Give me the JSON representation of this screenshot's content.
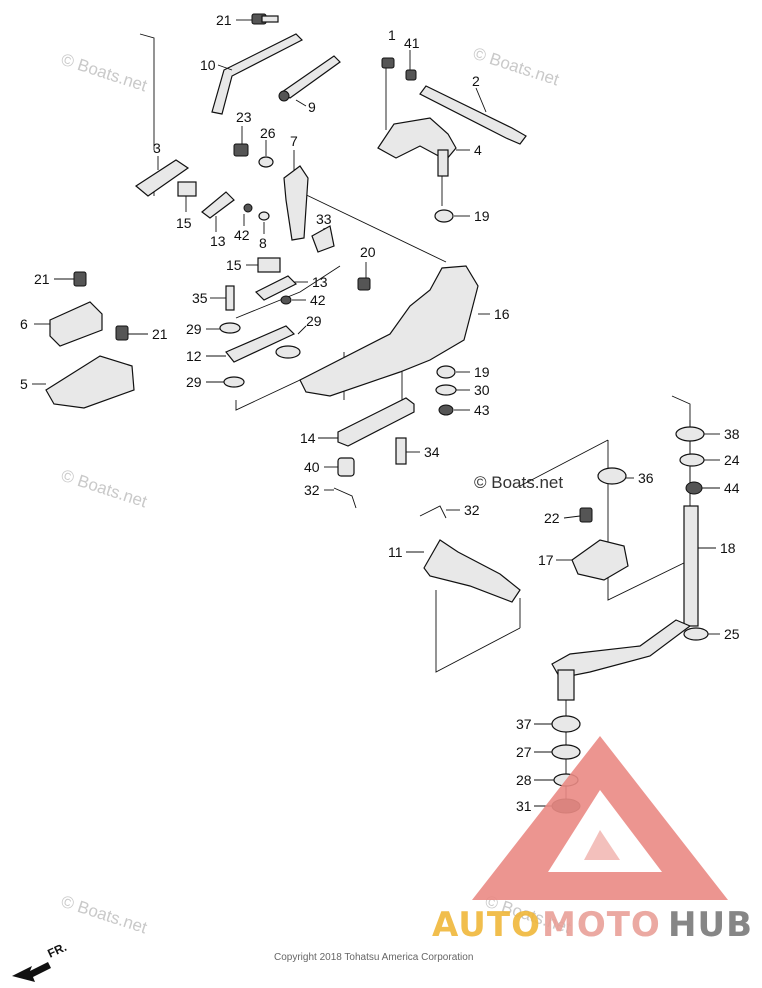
{
  "copyright": "Copyright 2018 Tohatsu America Corporation",
  "watermarks": [
    "© Boats.net",
    "© Boats.net",
    "© Boats.net",
    "© Boats.net",
    "© Boats.net",
    "© Boats.net"
  ],
  "center_watermark": "© Boats.net",
  "logo": {
    "auto": "AUTO",
    "moto": "MOTO",
    "hub": "HUB",
    "colors": {
      "auto": "#f0b73a",
      "moto": "#e9a098",
      "hub": "#7a7a7a",
      "triangle": "#ea8a84"
    }
  },
  "direction_label": "FR.",
  "callouts": [
    "21",
    "10",
    "9",
    "1",
    "41",
    "2",
    "23",
    "26",
    "7",
    "4",
    "3",
    "15",
    "13",
    "42",
    "8",
    "33",
    "19",
    "20",
    "15",
    "13",
    "35",
    "42",
    "16",
    "21",
    "6",
    "29",
    "29",
    "21",
    "12",
    "5",
    "29",
    "19",
    "30",
    "43",
    "14",
    "34",
    "40",
    "32",
    "38",
    "24",
    "44",
    "36",
    "32",
    "22",
    "18",
    "17",
    "11",
    "25",
    "37",
    "27",
    "28",
    "31"
  ]
}
